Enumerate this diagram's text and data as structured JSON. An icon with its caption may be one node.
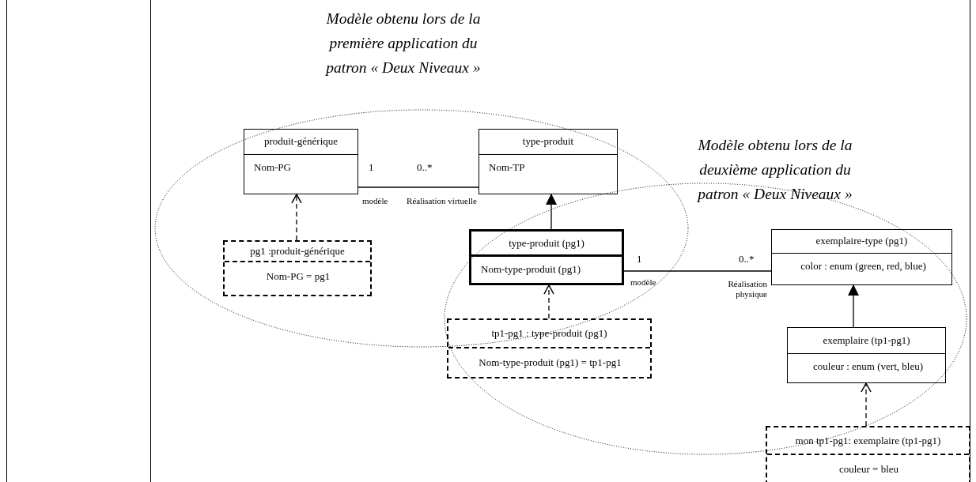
{
  "diagram": {
    "nodes": [
      {
        "text": [
          "Modèle obtenu lors de la première application du patron « Deux Niveaux »"
        ]
      },
      {
        "text": [
          "Modèle obtenu lors de la deuxième application du patron « Deux Niveaux »"
        ]
      },
      {
        "text": [
          "produit-générique",
          "Nom-PG"
        ],
        "in": 0
      },
      {
        "text": [
          "type-produit",
          "Nom-TP"
        ],
        "in": 0
      },
      {
        "text": [
          "pg1 :produit-générique",
          "Nom-PG = pg1"
        ],
        "in": 0
      },
      {
        "text": [
          "type-produit (pg1)",
          "Nom-type-produit (pg1)"
        ]
      },
      {
        "text": [
          "tp1-pg1 : type-produit (pg1)",
          "Nom-type-produit (pg1) = tp1-pg1"
        ],
        "in": 1
      },
      {
        "text": [
          "exemplaire-type (pg1)",
          "color : enum (green, red, blue)"
        ],
        "in": 1
      },
      {
        "text": [
          "exemplaire (tp1-pg1)",
          "couleur : enum (vert, bleu)"
        ],
        "in": 1
      },
      {
        "text": [
          "mon tp1-pg1: exemplaire (tp1-pg1)",
          "couleur = bleu"
        ]
      }
    ],
    "edges": [
      {
        "from": 2,
        "to": 3,
        "arrow": "none"
      },
      {
        "from": 4,
        "to": 2,
        "arrow": "to",
        "style": "dashed"
      },
      {
        "from": 5,
        "to": 3,
        "arrow": "to"
      },
      {
        "from": 5,
        "to": 7,
        "arrow": "none"
      },
      {
        "from": 6,
        "to": 5,
        "arrow": "to",
        "style": "dashed"
      },
      {
        "from": 8,
        "to": 7,
        "arrow": "to"
      },
      {
        "from": 9,
        "to": 8,
        "arrow": "to",
        "style": "dashed"
      }
    ],
    "labels": [
      "1",
      "0..*",
      "modèle",
      "Réalisation virtuelle",
      "1",
      "0..*",
      "modèle",
      "Réalisation physique"
    ]
  }
}
